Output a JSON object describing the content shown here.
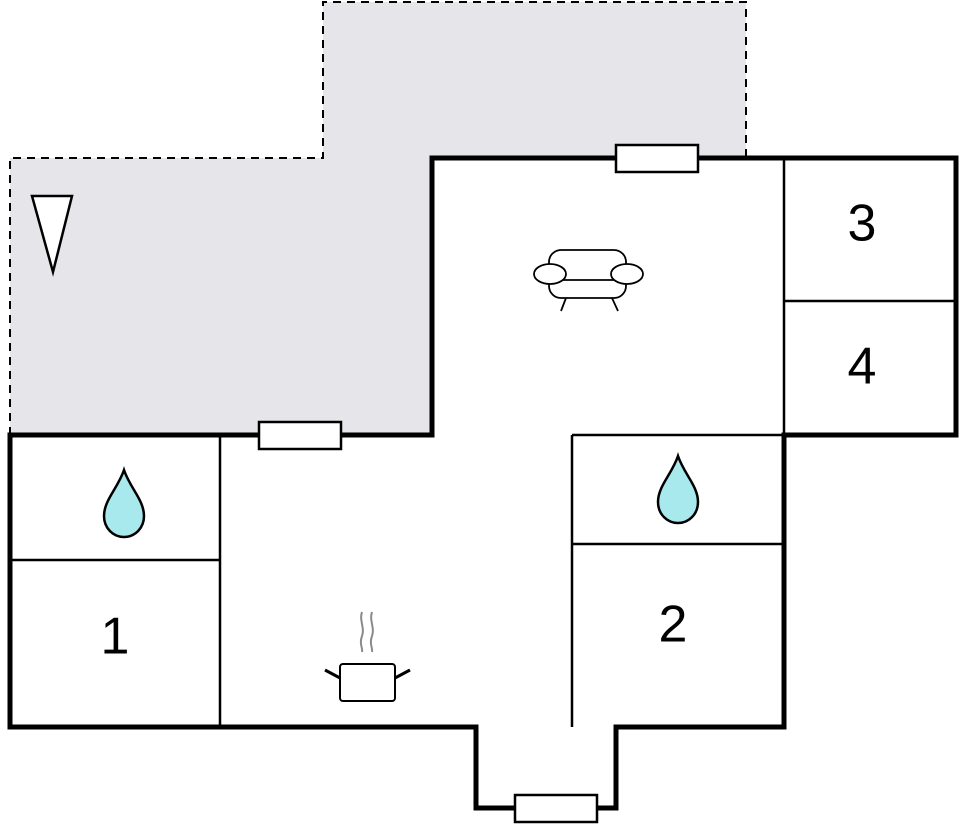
{
  "colors": {
    "wall": "#000000",
    "terrace": "#e6e6ea",
    "water": "#a8e9ee",
    "background": "#ffffff",
    "steam": "#8a8a8a"
  },
  "rooms": [
    {
      "id": "bedroom-1",
      "label": "1"
    },
    {
      "id": "bedroom-2",
      "label": "2"
    },
    {
      "id": "bedroom-3",
      "label": "3"
    },
    {
      "id": "bedroom-4",
      "label": "4"
    }
  ],
  "icons": {
    "living": "sofa-icon",
    "kitchen": "cooking-pot-icon",
    "bathroom": "water-drop-icon",
    "north": "north-arrow-icon"
  }
}
